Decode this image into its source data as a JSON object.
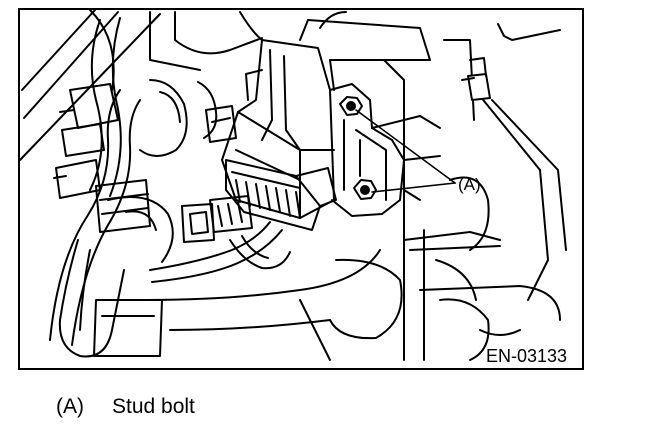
{
  "figure": {
    "callout_label": "(A)",
    "figure_code": "EN-03133"
  },
  "legend": {
    "items": [
      {
        "key": "(A)",
        "text": "Stud bolt"
      }
    ]
  }
}
